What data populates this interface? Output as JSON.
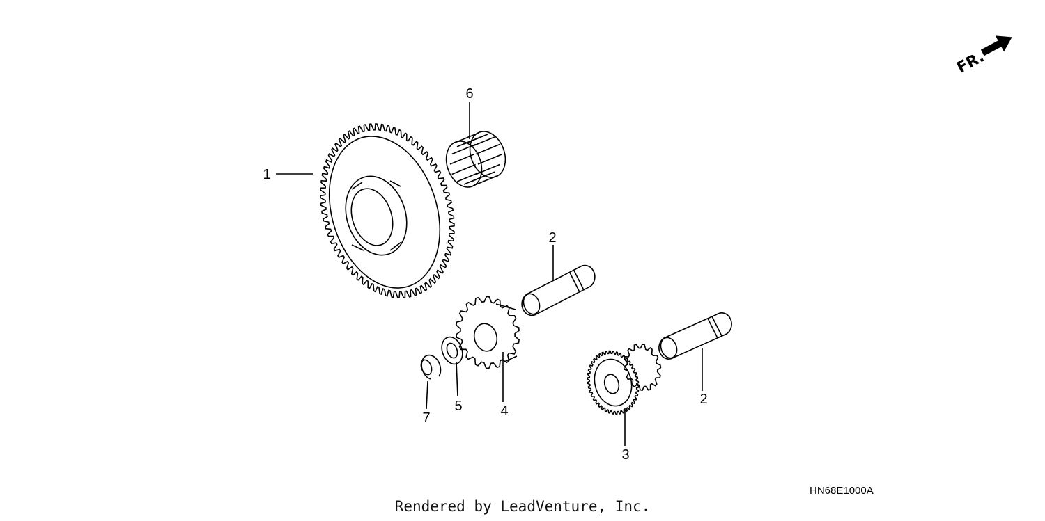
{
  "direction_label": "FR.",
  "diagram_code": "HN68E1000A",
  "footer_text": "Rendered by LeadVenture, Inc.",
  "callouts": [
    "1",
    "6",
    "2",
    "4",
    "5",
    "7",
    "3",
    "2"
  ],
  "parts": [
    {
      "ref": "1",
      "icon": "large-gear-icon"
    },
    {
      "ref": "2",
      "icon": "shaft-icon"
    },
    {
      "ref": "3",
      "icon": "compound-gear-icon"
    },
    {
      "ref": "4",
      "icon": "small-gear-icon"
    },
    {
      "ref": "5",
      "icon": "washer-icon"
    },
    {
      "ref": "6",
      "icon": "needle-bearing-icon"
    },
    {
      "ref": "7",
      "icon": "circlip-icon"
    }
  ]
}
